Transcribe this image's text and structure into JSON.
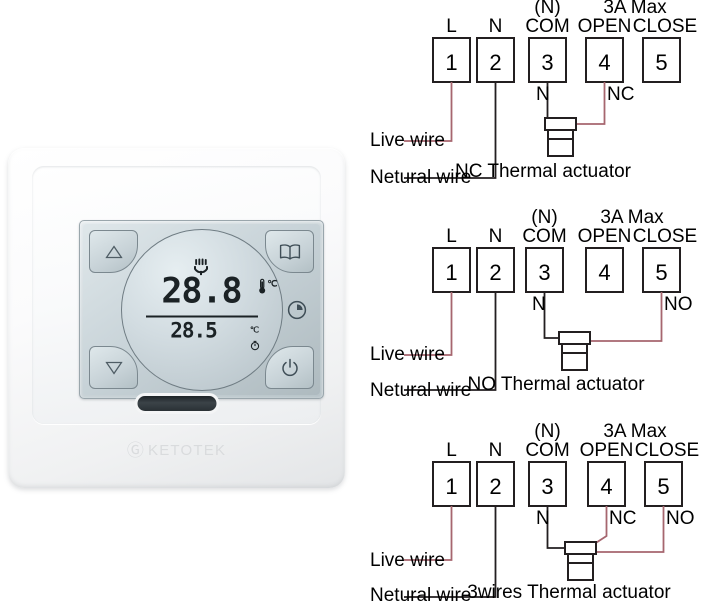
{
  "product": {
    "brand": "KETOTEK",
    "brand_mark": "Ⓖ",
    "display": {
      "current_temp": "28.8",
      "current_unit": "℃",
      "set_temp": "28.5",
      "set_unit": "℃",
      "heating_icon": "hand-heating-icon",
      "thermometer_icon": "thermometer-icon",
      "timer_icon": "timer-clock-icon"
    },
    "keys": [
      {
        "name": "up-button",
        "icon": "triangle-up-icon"
      },
      {
        "name": "down-button",
        "icon": "triangle-down-icon"
      },
      {
        "name": "menu-book-button",
        "icon": "book-icon"
      },
      {
        "name": "clock-button",
        "icon": "clock-icon"
      },
      {
        "name": "power-button",
        "icon": "power-icon"
      }
    ]
  },
  "colors": {
    "live_wire": "#a6666f",
    "neutral_wire": "#231f20",
    "outline": "#231f20",
    "lcd_text": "#1b2225"
  },
  "terminals": {
    "top_labels": [
      "L",
      "N",
      "(N)",
      "3A Max"
    ],
    "sub_labels": [
      "",
      "",
      "COM",
      "OPEN",
      "CLOSE"
    ],
    "numbers": [
      "1",
      "2",
      "3",
      "4",
      "5"
    ],
    "live_label": "Live wire",
    "neutral_label": "Netural wire"
  },
  "diagrams": [
    {
      "id": "nc-thermal-actuator",
      "caption": "NC Thermal actuator",
      "top_label_n": "(N)",
      "top_label_amp": "3A Max",
      "col_labels": [
        "L",
        "N",
        "COM",
        "OPEN",
        "CLOSE"
      ],
      "numbers": [
        "1",
        "2",
        "3",
        "4",
        "5"
      ],
      "wire_tags": [
        {
          "text": "N",
          "terminal": "3"
        },
        {
          "text": "NC",
          "terminal": "4"
        }
      ],
      "live_label": "Live wire",
      "neutral_label": "Netural wire"
    },
    {
      "id": "no-thermal-actuator",
      "caption": "NO Thermal actuator",
      "top_label_n": "(N)",
      "top_label_amp": "3A Max",
      "col_labels": [
        "L",
        "N",
        "COM",
        "OPEN",
        "CLOSE"
      ],
      "numbers": [
        "1",
        "2",
        "3",
        "4",
        "5"
      ],
      "wire_tags": [
        {
          "text": "N",
          "terminal": "3"
        },
        {
          "text": "NO",
          "terminal": "5"
        }
      ],
      "live_label": "Live wire",
      "neutral_label": "Netural wire"
    },
    {
      "id": "3wires-thermal-actuator",
      "caption": "3wires Thermal actuator",
      "top_label_n": "(N)",
      "top_label_amp": "3A Max",
      "col_labels": [
        "L",
        "N",
        "COM",
        "OPEN",
        "CLOSE"
      ],
      "numbers": [
        "1",
        "2",
        "3",
        "4",
        "5"
      ],
      "wire_tags": [
        {
          "text": "N",
          "terminal": "3"
        },
        {
          "text": "NC",
          "terminal": "4"
        },
        {
          "text": "NO",
          "terminal": "5"
        }
      ],
      "live_label": "Live wire",
      "neutral_label": "Netural wire"
    }
  ]
}
